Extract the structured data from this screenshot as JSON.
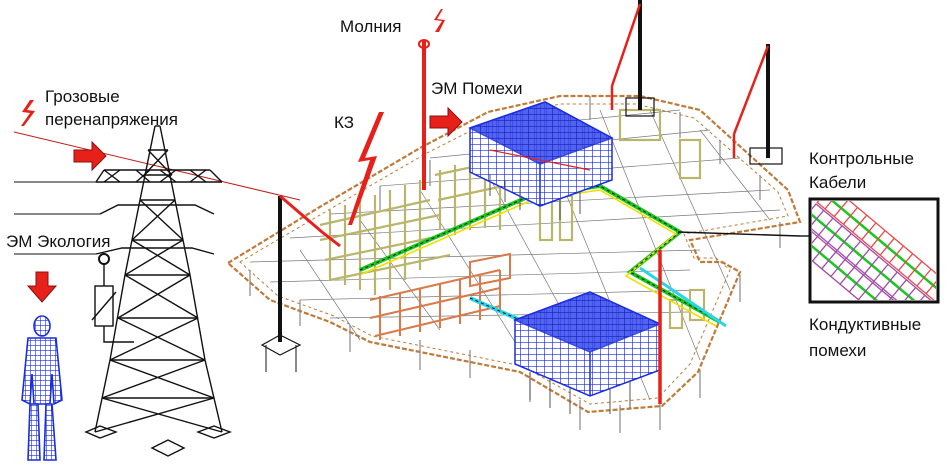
{
  "labels": {
    "lightning": "Молния",
    "em_interference": "ЭМ Помехи",
    "short_circuit": "КЗ",
    "lightning_overvoltage_1": "Грозовые",
    "lightning_overvoltage_2": "перенапряжения",
    "em_ecology": "ЭМ Экология",
    "control_cables_1": "Контрольные",
    "control_cables_2": "Кабели",
    "conductive_interference_1": "Кондуктивные",
    "conductive_interference_2": "помехи"
  },
  "colors": {
    "accent_red": "#e8201a",
    "mesh_blue": "#1a2de0",
    "tower": "#111111",
    "fence": "#c07a3a",
    "equipment": "#b9b56a",
    "cable_green": "#18c81e",
    "cable_cyan": "#28d6e6",
    "cable_yellow": "#f0e000"
  }
}
